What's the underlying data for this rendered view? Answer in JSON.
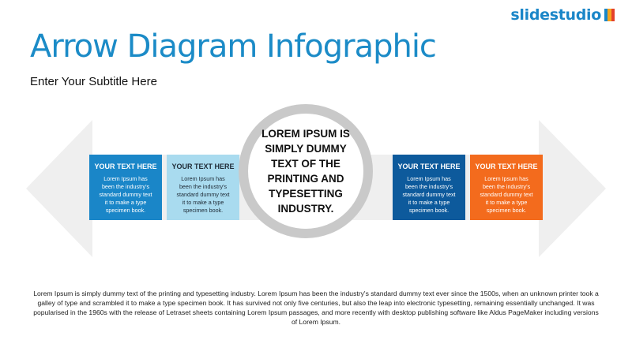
{
  "brand": {
    "logo_text": "slidestudio",
    "colors": [
      "#1a86c8",
      "#f6a41d",
      "#e4402b"
    ]
  },
  "header": {
    "title": "Arrow Diagram Infographic",
    "subtitle": "Enter Your Subtitle Here",
    "title_color": "#1b8bc7"
  },
  "diagram": {
    "arrow_color": "#efefef",
    "center_text": "LOREM IPSUM IS SIMPLY DUMMY TEXT OF THE PRINTING AND TYPESETTING INDUSTRY.",
    "boxes": [
      {
        "heading": "YOUR TEXT HERE",
        "body": "Lorem Ipsum has been the industry's standard dummy text it to make a type specimen book.",
        "color": "#1a86c8"
      },
      {
        "heading": "YOUR TEXT HERE",
        "body": "Lorem Ipsum has been the industry's standard dummy text it to make a type specimen book.",
        "color": "#a9dbef"
      },
      {
        "heading": "YOUR TEXT HERE",
        "body": "Lorem Ipsum has been the industry's standard dummy text it to make a type specimen book.",
        "color": "#0d5a9c"
      },
      {
        "heading": "YOUR TEXT HERE",
        "body": "Lorem Ipsum has been the industry's standard dummy text it to make a type specimen book.",
        "color": "#f36b1d"
      }
    ]
  },
  "footer": {
    "description": "Lorem Ipsum is simply dummy text of the printing and typesetting industry. Lorem Ipsum has been the industry's standard dummy text ever since the 1500s, when an unknown printer took a galley of type and scrambled it to make a type specimen book. It has survived not only five centuries, but also the leap into electronic typesetting, remaining essentially unchanged. It was popularised in the 1960s with the release of Letraset sheets containing Lorem Ipsum passages, and more recently with desktop publishing software like Aldus PageMaker including versions of Lorem Ipsum."
  }
}
